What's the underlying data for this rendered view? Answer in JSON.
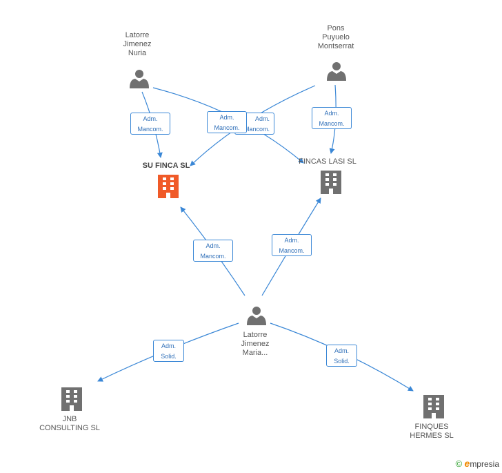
{
  "nodes": {
    "nuria": "Latorre\nJimenez\nNuria",
    "montserrat": "Pons\nPuyuelo\nMontserrat",
    "maria": "Latorre\nJimenez\nMaria...",
    "su_finca": "SU FINCA SL",
    "fincas_lasi": "FINCAS LASI SL",
    "jnb": "JNB\nCONSULTING SL",
    "finques": "FINQUES\nHERMES SL"
  },
  "edges": {
    "nuria_sufinca": "Adm.\nMancom.",
    "nuria_lasi": "Adm.\nMancom.",
    "montserrat_sufinca": "Adm.\nMancom.",
    "montserrat_lasi": "Adm.\nMancom.",
    "maria_sufinca": "Adm.\nMancom.",
    "maria_lasi": "Adm.\nMancom.",
    "maria_jnb": "Adm.\nSolid.",
    "maria_finques": "Adm.\nSolid."
  },
  "colors": {
    "edge": "#3a87d6",
    "focus_company": "#f05a28",
    "company": "#707070",
    "person": "#707070"
  },
  "brand": {
    "copyright": "©",
    "name": "mpresia",
    "initial": "e"
  }
}
